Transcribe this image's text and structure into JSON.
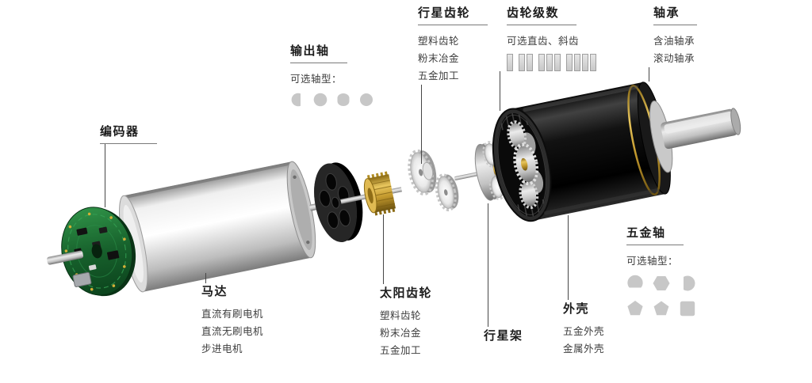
{
  "colors": {
    "background": "#ffffff",
    "title_text": "#1c1c1c",
    "item_text": "#3e3e3e",
    "leader_line": "#474747",
    "icon_gray": "#c7c7c7",
    "pcb_green": "#17612c",
    "brass": "#c49a2e",
    "housing_black": "#111111",
    "metal_silver": "#d6d6d6"
  },
  "sections": {
    "encoder": {
      "title": "编码器"
    },
    "output_shaft": {
      "title": "输出轴",
      "subtitle": "可选轴型：",
      "shaft_type_icons": [
        "d-cut-shaft",
        "round-shaft",
        "double-d-shaft",
        "round-shaft"
      ]
    },
    "planetary_gear": {
      "title": "行星齿轮",
      "items": [
        "塑料齿轮",
        "粉末冶金",
        "五金加工"
      ]
    },
    "gear_stages": {
      "title": "齿轮级数",
      "subtitle": "可选直齿、斜齿",
      "stage_counts": [
        1,
        2,
        3,
        4
      ]
    },
    "bearing": {
      "title": "轴承",
      "items": [
        "含油轴承",
        "滚动轴承"
      ]
    },
    "motor": {
      "title": "马达",
      "items": [
        "直流有刷电机",
        "直流无刷电机",
        "步进电机"
      ]
    },
    "sun_gear": {
      "title": "太阳齿轮",
      "items": [
        "塑料齿轮",
        "粉末冶金",
        "五金加工"
      ]
    },
    "planet_carrier": {
      "title": "行星架"
    },
    "housing": {
      "title": "外壳",
      "items": [
        "五金外壳",
        "金属外壳"
      ]
    },
    "hardware_shaft": {
      "title": "五金轴",
      "subtitle": "可选轴型：",
      "shape_icons": [
        "d-cut",
        "hexagon",
        "d-cut",
        "pentagon",
        "pentagon",
        "square"
      ]
    }
  },
  "illustration": {
    "parts": [
      "encoder-pcb",
      "motor-can",
      "mounting-plate",
      "sun-gear-pinion",
      "plastic-planet-gears",
      "planet-carrier",
      "ring-gear-housing",
      "bearing-brass-ring",
      "output-shaft"
    ]
  }
}
